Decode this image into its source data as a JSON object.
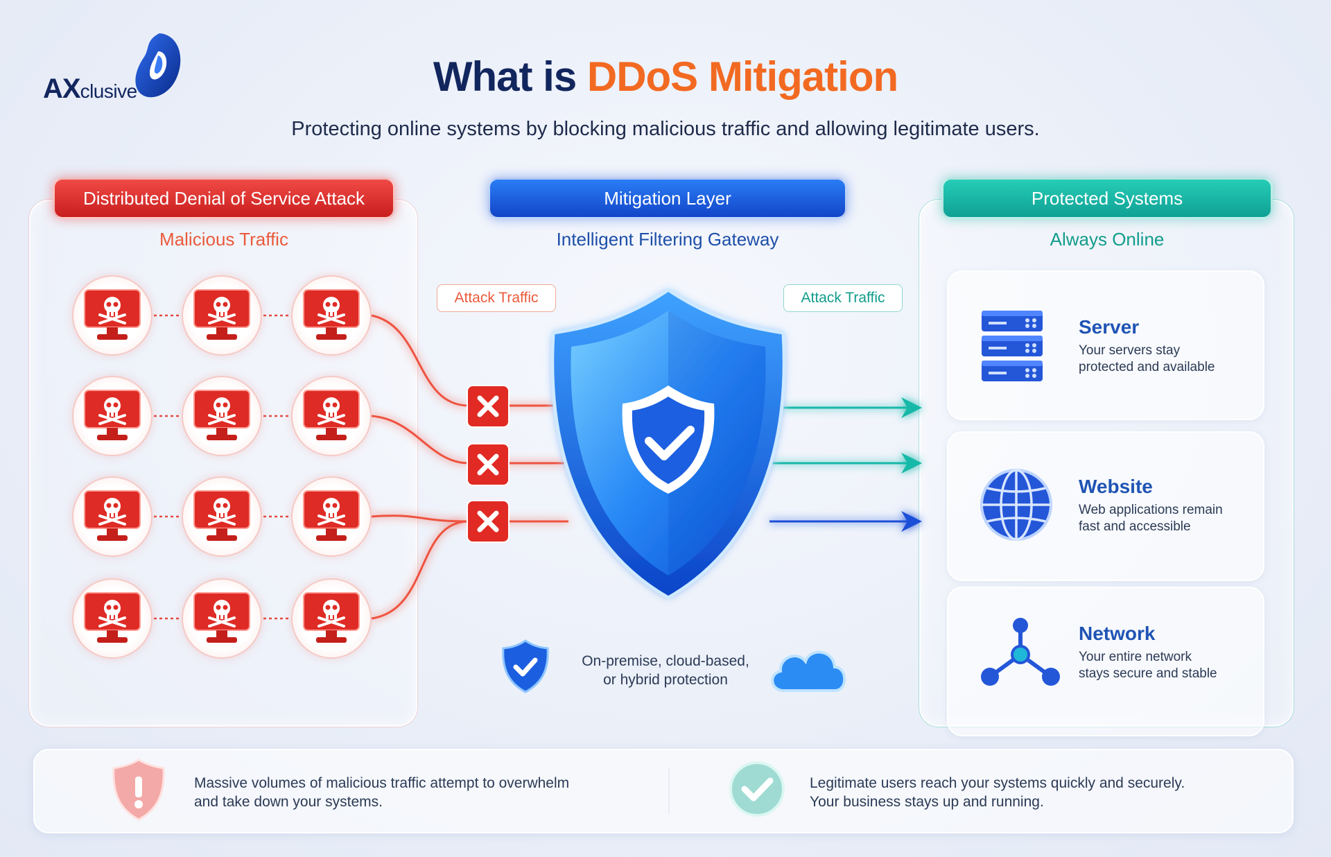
{
  "logo": {
    "brand_bold": "AX",
    "brand_rest": "clusive"
  },
  "header": {
    "title_prefix": "What is ",
    "title_accent": "DDoS Mitigation",
    "subtitle": "Protecting online systems by blocking malicious traffic and allowing legitimate users."
  },
  "columns": {
    "attack": {
      "label": "Distributed Denial of Service Attack",
      "sub": "Malicious Traffic",
      "color": "#d72a28"
    },
    "mitigation": {
      "label": "Mitigation Layer",
      "sub": "Intelligent Filtering Gateway",
      "color": "#1a5ee0"
    },
    "protected": {
      "label": "Protected Systems",
      "sub": "Always Online",
      "color": "#16b3a3"
    }
  },
  "tags": {
    "left": "Attack Traffic",
    "right": "Attack Traffic"
  },
  "attackers": {
    "rows": 4,
    "cols": 3,
    "icon": "skull-monitor-icon"
  },
  "blocked_count": 3,
  "deployment": {
    "line1": "On-premise, cloud-based,",
    "line2": "or hybrid protection"
  },
  "systems": [
    {
      "title": "Server",
      "desc1": "Your servers stay",
      "desc2": "protected and available",
      "icon": "server-icon"
    },
    {
      "title": "Website",
      "desc1": "Web applications remain",
      "desc2": "fast and accessible",
      "icon": "globe-icon"
    },
    {
      "title": "Network",
      "desc1": "Your entire network",
      "desc2": "stays secure and stable",
      "icon": "network-icon"
    }
  ],
  "footer": {
    "left_line1": "Massive volumes of malicious traffic attempt to overwhelm",
    "left_line2": "and take down your systems.",
    "right_line1": "Legitimate users reach your systems quickly and securely.",
    "right_line2": "Your business stays up and running."
  }
}
